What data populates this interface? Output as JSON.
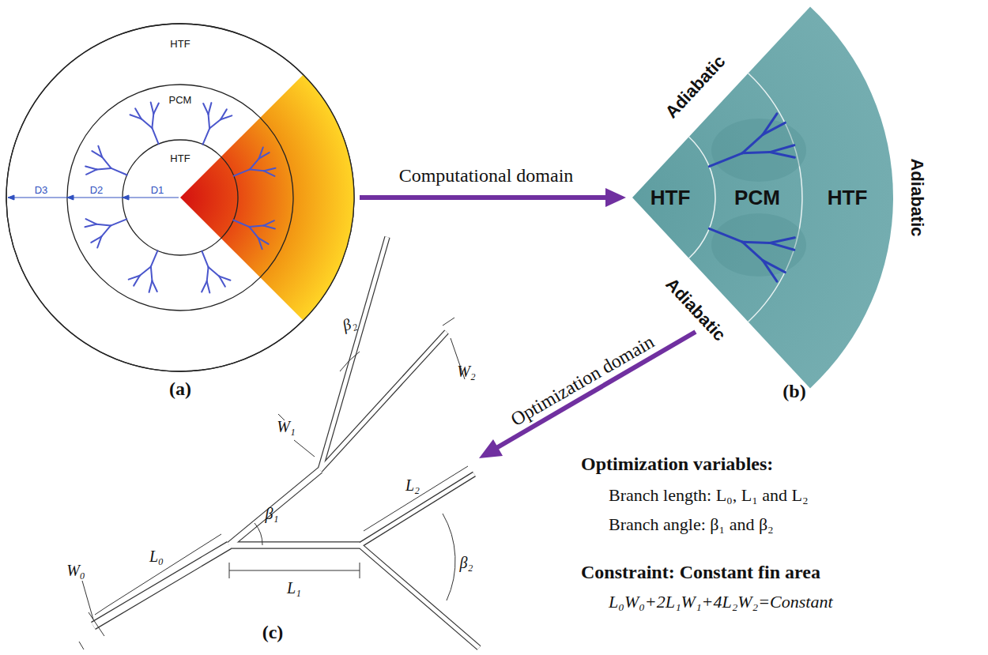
{
  "diagram": {
    "labels": [
      "HTF",
      "PCM",
      "HTF",
      "D1",
      "D2",
      "D3",
      "(a)",
      "Computational domain",
      "Adiabatic",
      "Adiabatic",
      "Adiabatic",
      "HTF",
      "PCM",
      "HTF",
      "(b)",
      "Optimization domain",
      "W₁",
      "β₂",
      "W₂",
      "W₀",
      "L₀",
      "β₁",
      "L₁",
      "L₂",
      "β₂",
      "(c)",
      "Optimization variables:",
      "Branch length: L₀, L₁ and L₂",
      "Branch angle: β₁ and β₂",
      "Constraint: Constant fin area",
      "L₀W₀+2L₁W₁+4L₂W₂=Constant"
    ]
  }
}
